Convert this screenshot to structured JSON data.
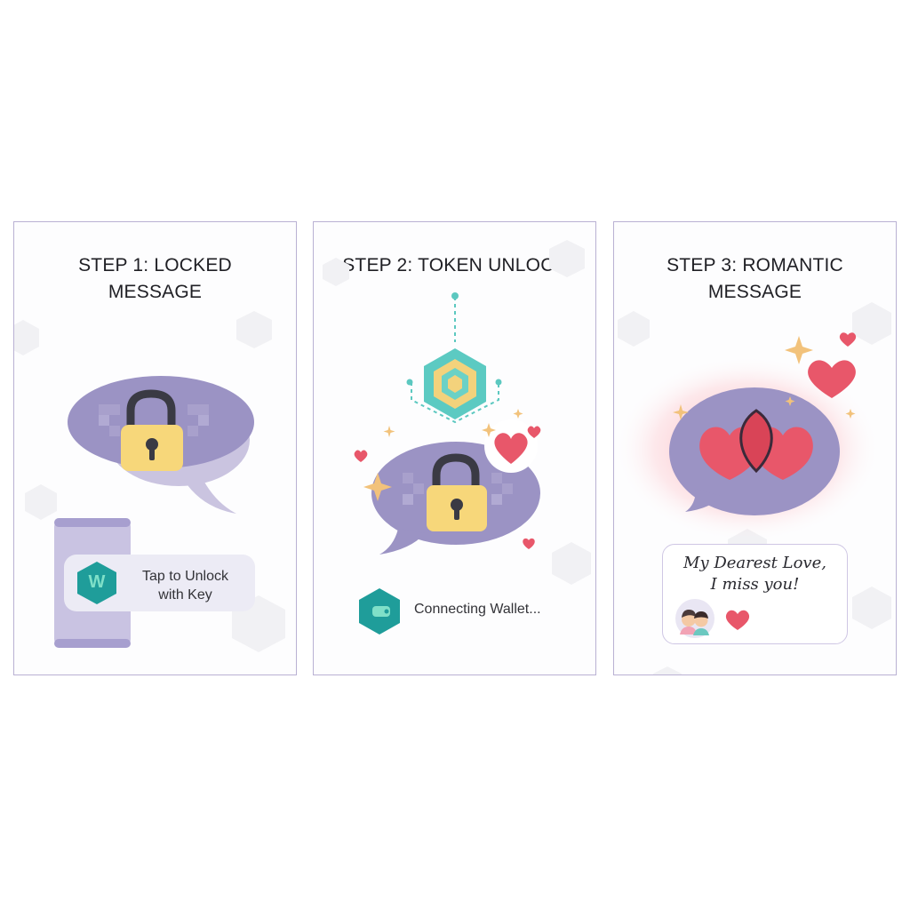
{
  "steps": [
    {
      "title_line1": "STEP 1: LOCKED",
      "title_line2": "MESSAGE",
      "unlock_label_line1": "Tap to Unlock",
      "unlock_label_line2": "with Key",
      "token_letter": "W",
      "icons": [
        "lock-icon",
        "speech-bubble-icon",
        "phone-icon",
        "token-hexagon-icon"
      ]
    },
    {
      "title_line1": "STEP 2: TOKEN UNLOCK",
      "status_text": "Connecting Wallet...",
      "icons": [
        "token-hexagon-icon",
        "lock-icon",
        "speech-bubble-icon",
        "heart-icon",
        "sparkle-icon",
        "wallet-icon"
      ]
    },
    {
      "title_line1": "STEP 3: ROMANTIC",
      "title_line2": "MESSAGE",
      "message_line1": "My Dearest Love,",
      "message_line2": "I miss you!",
      "icons": [
        "heart-icon",
        "speech-bubble-icon",
        "couple-avatar-icon",
        "sparkle-icon"
      ]
    }
  ],
  "colors": {
    "bubble": "#9b93c4",
    "lock_body": "#f7d77a",
    "lock_shackle": "#3a3a44",
    "teal": "#1f9d9a",
    "heart": "#e8576a",
    "sparkle": "#f2c27b",
    "panel_border": "#b9b1d3"
  }
}
